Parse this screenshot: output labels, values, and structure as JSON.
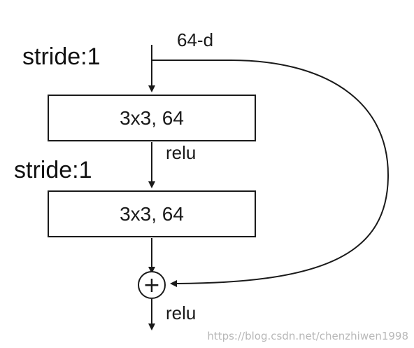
{
  "diagram": {
    "input_dim_label": "64-d",
    "stride_top": "stride:1",
    "stride_bottom": "stride:1",
    "conv1_label": "3x3, 64",
    "conv2_label": "3x3, 64",
    "relu_mid": "relu",
    "relu_out": "relu",
    "add_symbol": "+"
  },
  "watermark": "https://blog.csdn.net/chenzhiwen1998",
  "colors": {
    "stroke": "#1a1a1a",
    "text": "#1a1a1a",
    "watermark": "#b8b8b8",
    "background": "#ffffff"
  }
}
